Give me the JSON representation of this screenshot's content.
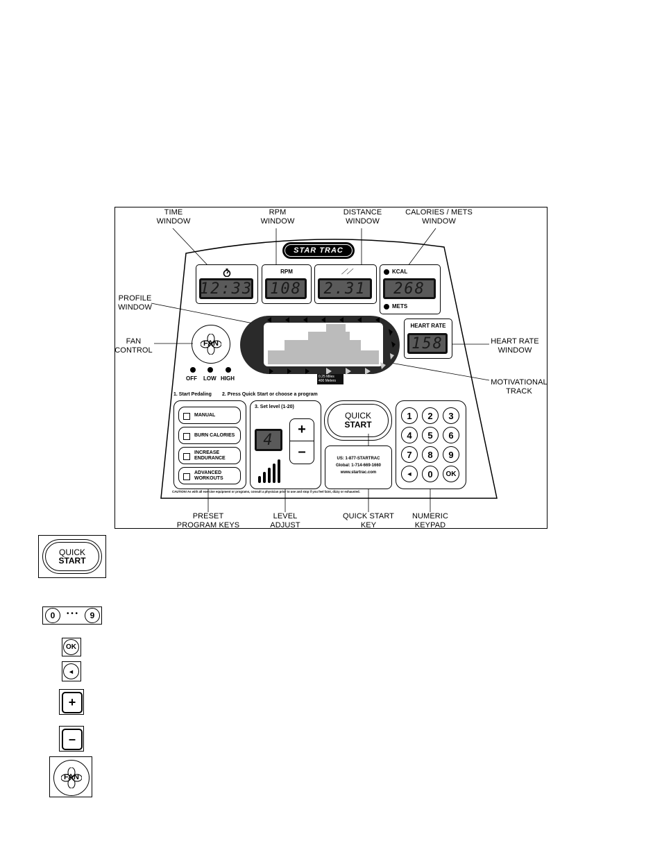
{
  "callouts": {
    "time_window": [
      "TIME",
      "WINDOW"
    ],
    "rpm_window": [
      "RPM",
      "WINDOW"
    ],
    "distance_window": [
      "DISTANCE",
      "WINDOW"
    ],
    "calories_window": [
      "CALORIES / METS",
      "WINDOW"
    ],
    "profile_window": [
      "PROFILE",
      "WINDOW"
    ],
    "fan_control": [
      "FAN",
      "CONTROL"
    ],
    "heart_rate_window": [
      "HEART RATE",
      "WINDOW"
    ],
    "motivational_track": [
      "MOTIVATIONAL",
      "TRACK"
    ],
    "preset_program_keys": [
      "PRESET",
      "PROGRAM KEYS"
    ],
    "level_adjust": [
      "LEVEL",
      "ADJUST"
    ],
    "quick_start_key": [
      "QUICK START",
      "KEY"
    ],
    "numeric_keypad": [
      "NUMERIC",
      "KEYPAD"
    ]
  },
  "console": {
    "brand": "STAR TRAC",
    "rpm_label": "RPM",
    "kcal_label": "KCAL",
    "mets_label": "METS",
    "heart_rate_label": "HEART RATE",
    "displays": {
      "time": "12:33",
      "rpm": "108",
      "distance": "2.31",
      "calories": "268",
      "heart_rate": "158",
      "level": "4"
    },
    "fan": {
      "label": "FAN",
      "speeds": [
        "OFF",
        "LOW",
        "HIGH"
      ]
    },
    "track_note": [
      "0.25 Miles",
      "400 Meters"
    ],
    "steps": {
      "step1": "1. Start Pedaling",
      "step2": "2. Press Quick Start or choose a program",
      "step3": "3. Set level (1-20)"
    },
    "programs": [
      "MANUAL",
      "BURN CALORIES",
      "INCREASE ENDURANCE",
      "ADVANCED WORKOUTS"
    ],
    "quick_start": {
      "line1": "QUICK",
      "line2": "START"
    },
    "contact": {
      "us": "US: 1-877-STARTRAC",
      "global": "Global: 1-714-669-1660",
      "web": "www.startrac.com"
    },
    "keypad": [
      "1",
      "2",
      "3",
      "4",
      "5",
      "6",
      "7",
      "8",
      "9",
      "◄",
      "0",
      "OK"
    ],
    "caution": "CAUTION! As with all exercise equipment or programs, consult a physician prior to use and stop if you feel faint, dizzy or exhausted."
  },
  "legend_icons": {
    "quick_start": {
      "line1": "QUICK",
      "line2": "START"
    },
    "digits": {
      "first": "0",
      "dots": "• • •",
      "last": "9"
    },
    "ok": "OK",
    "plus": "+",
    "minus": "–",
    "fan": "FAN"
  }
}
